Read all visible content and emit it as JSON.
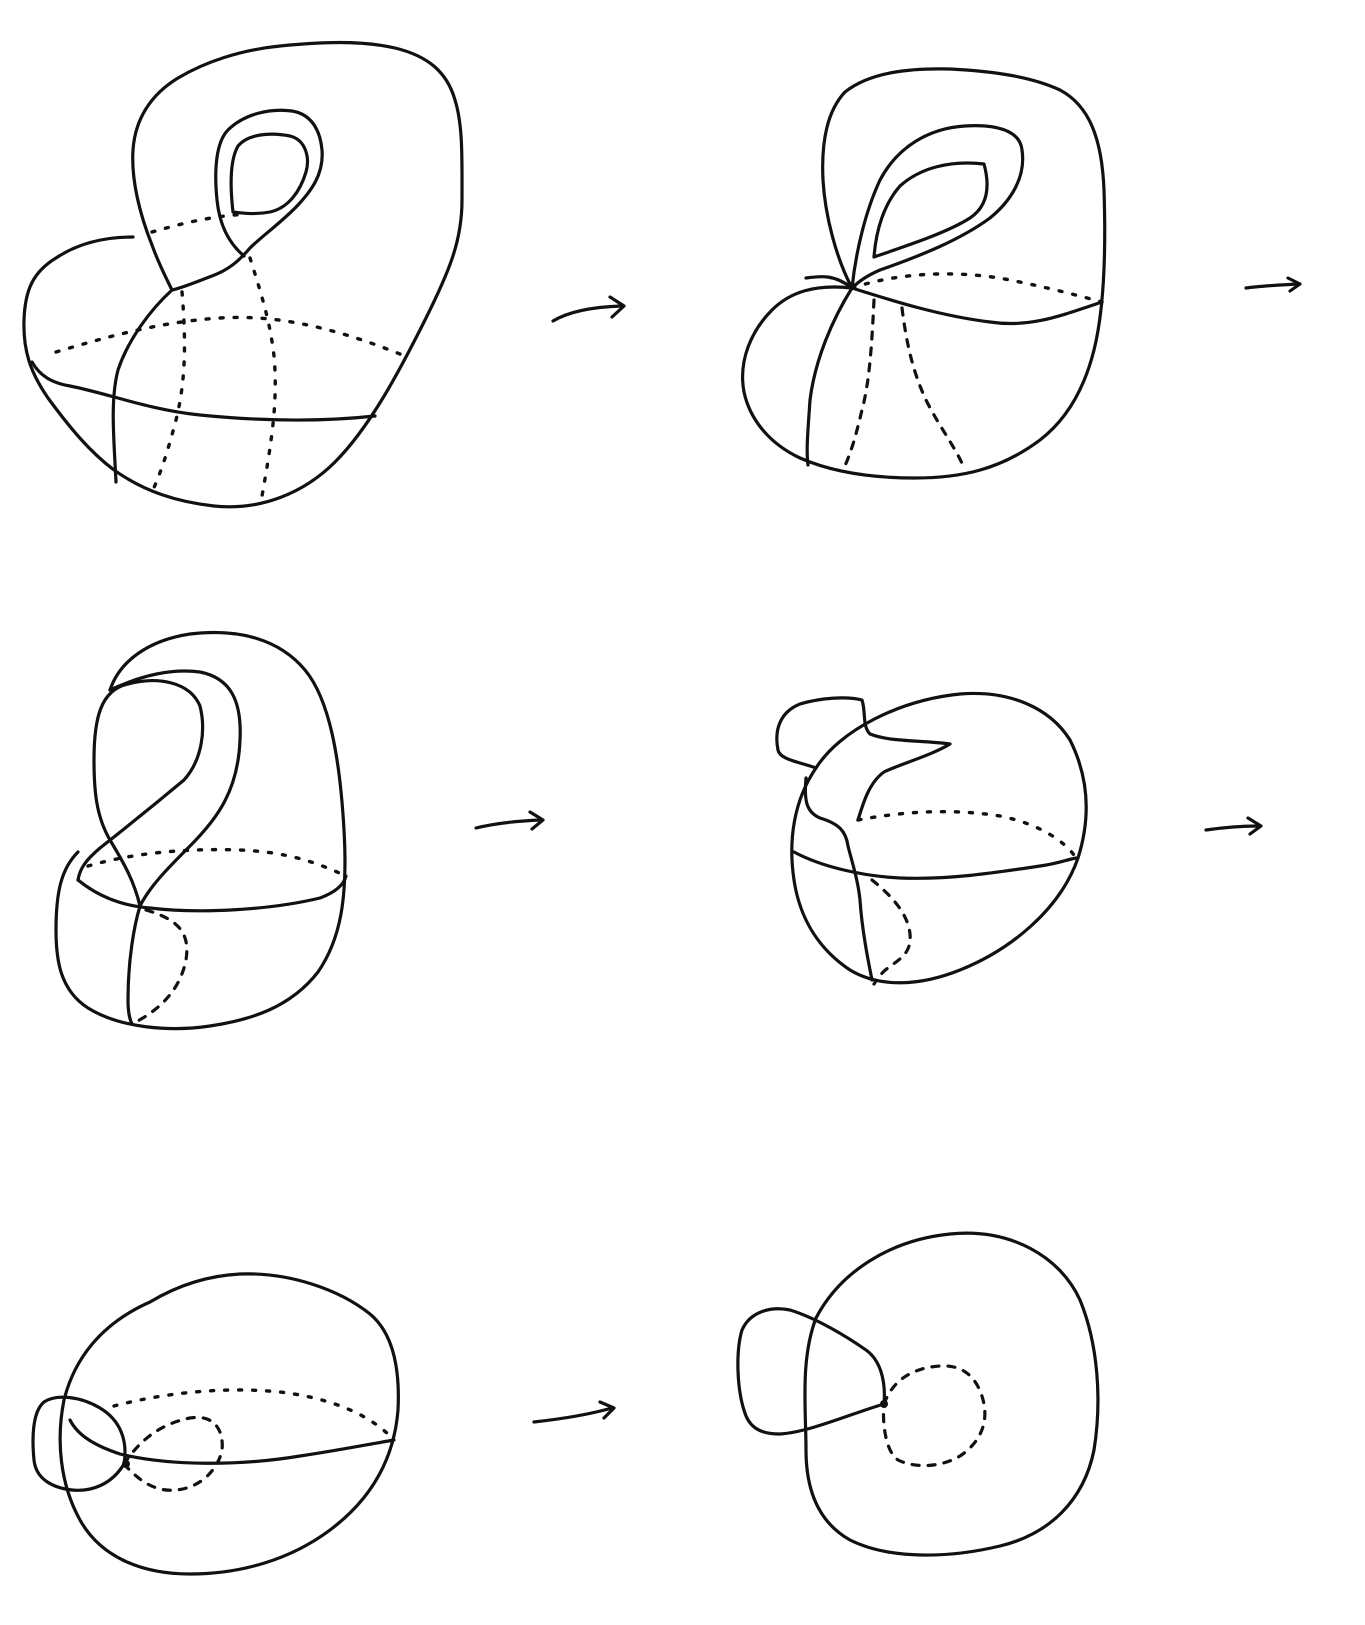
{
  "diagram": {
    "description_visible_text": "",
    "stroke_color": "#111111",
    "background_color": "#ffffff",
    "panels": [
      {
        "id": "panel-1",
        "shape": "sphere-with-handle"
      },
      {
        "id": "panel-2",
        "shape": "handle-pinched-to-point"
      },
      {
        "id": "panel-3",
        "shape": "handle-folded-into-sphere"
      },
      {
        "id": "panel-4",
        "shape": "sphere-with-small-bulge"
      },
      {
        "id": "panel-5",
        "shape": "sphere-with-side-loop"
      },
      {
        "id": "panel-6",
        "shape": "sphere-with-external-loop"
      }
    ],
    "arrows": [
      {
        "id": "arrow-1",
        "icon": "right-arrow-icon"
      },
      {
        "id": "arrow-2",
        "icon": "right-arrow-icon"
      },
      {
        "id": "arrow-3",
        "icon": "right-arrow-icon"
      },
      {
        "id": "arrow-4",
        "icon": "right-arrow-icon"
      },
      {
        "id": "arrow-5",
        "icon": "right-arrow-icon"
      }
    ]
  }
}
